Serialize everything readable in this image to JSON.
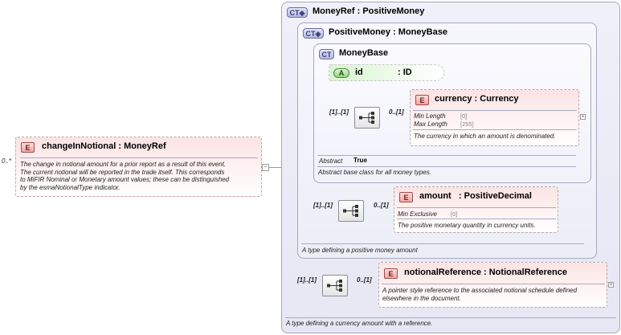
{
  "root_element": {
    "badge": "E",
    "name": "changeInNotional",
    "type": ": MoneyRef",
    "cardinality": "0..*",
    "doc": [
      "The change in notional amount for a prior report as a result of this event.",
      "The current notional will be reported in the trade itself. This corresponds",
      "to MiFIR Nominal or Monetary amount values; these can be distinguished",
      "by the esmaNotionalType indicator."
    ],
    "collapse_symbol": "−"
  },
  "money_ref": {
    "badge": "CT",
    "title": "MoneyRef : PositiveMoney",
    "doc": "A type defining a currency amount with a reference."
  },
  "positive_money": {
    "badge": "CT",
    "title": "PositiveMoney : MoneyBase",
    "doc": "A type defining a positive money amount"
  },
  "money_base": {
    "badge": "CT",
    "title": "MoneyBase",
    "abstract_label": "Abstract",
    "abstract_value": "True",
    "doc": "Abstract base class for all money types."
  },
  "attribute_id": {
    "badge": "A",
    "name": "id",
    "type": ": ID"
  },
  "currency": {
    "badge": "E",
    "title": "currency : Currency",
    "sequence_cardinality": "[1]..[1]",
    "cardinality": "0..[1]",
    "facets": [
      {
        "key": "Min Length",
        "value": "[0]"
      },
      {
        "key": "Max Length",
        "value": "[255]"
      }
    ],
    "doc": "The currency in which an amount is denominated.",
    "expand_symbol": "+"
  },
  "amount": {
    "badge": "E",
    "title": "amount   : PositiveDecimal",
    "sequence_cardinality": "[1]..[1]",
    "cardinality": "0..[1]",
    "facets": [
      {
        "key": "Min Exclusive",
        "value": "[0]"
      }
    ],
    "doc": "The positive monetary quantity in currency units."
  },
  "notional_reference": {
    "badge": "E",
    "title": "notionalReference : NotionalReference",
    "sequence_cardinality": "[1]..[1]",
    "cardinality": "0..[1]",
    "doc": [
      "A pointer style reference to the associated notional schedule defined",
      "elsewhere in the document."
    ],
    "expand_symbol": "+"
  },
  "icons": {
    "ct_inherit": "ct-extension-icon",
    "sequence": "sequence-compositor-icon"
  },
  "colors": {
    "element_fill": "#fce3e3",
    "attribute_fill": "#d8f5d0",
    "complex_type_fill": "#eceef7"
  }
}
